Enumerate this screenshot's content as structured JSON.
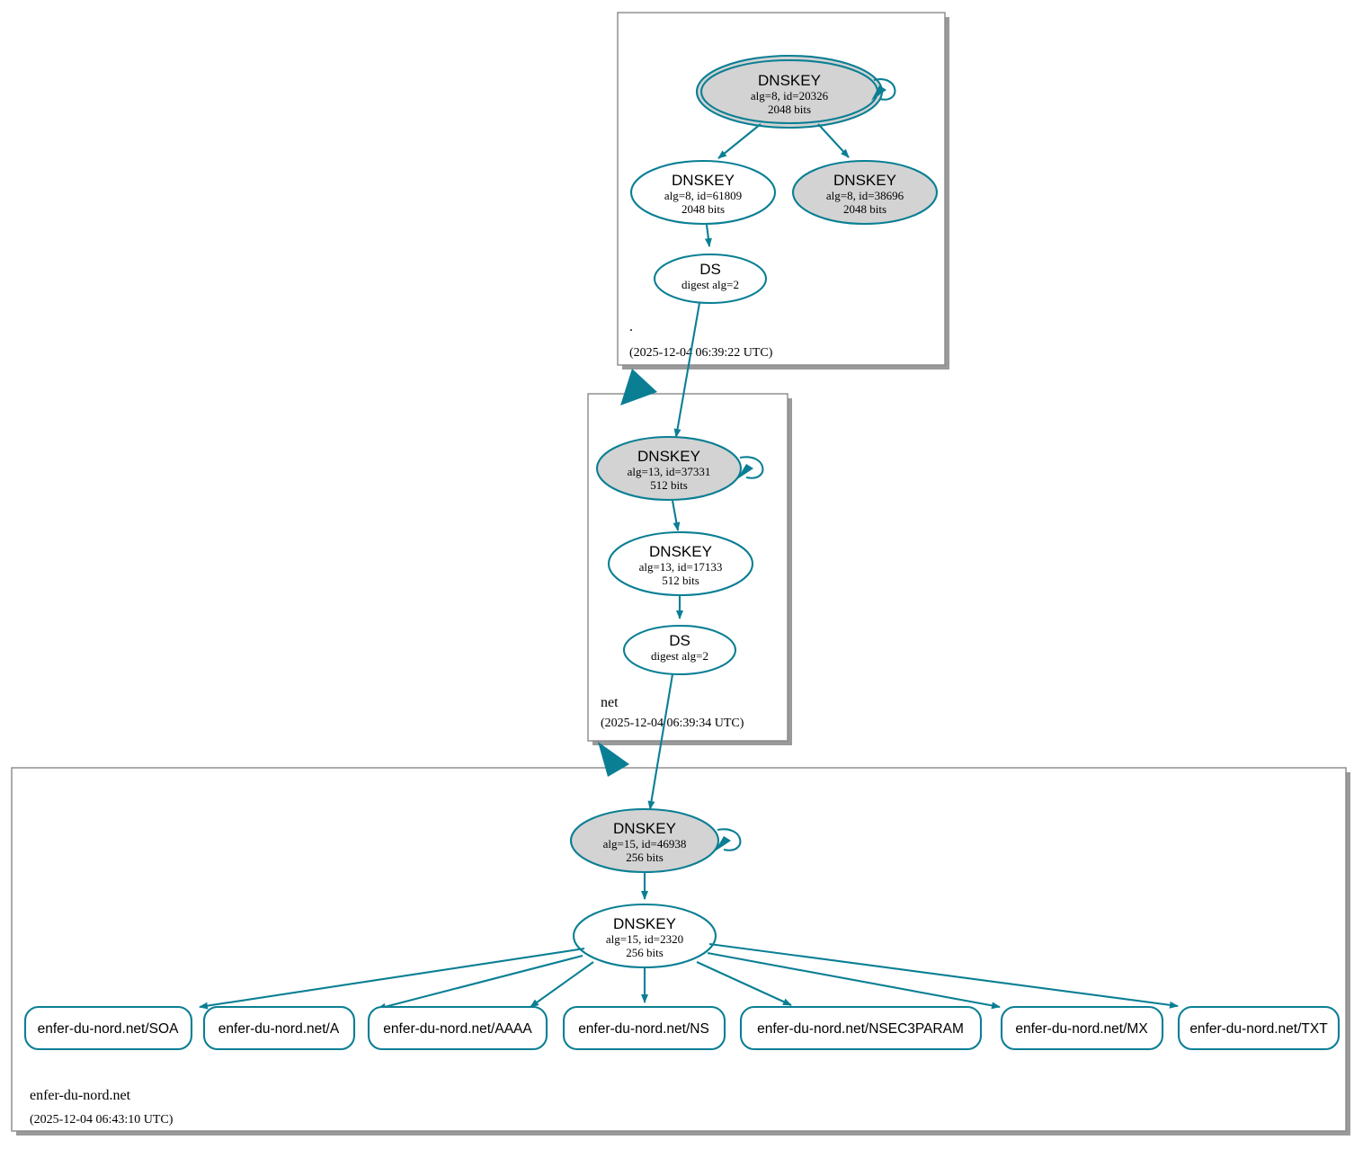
{
  "diagram": {
    "kind": "dnssec-authentication-chain",
    "accent_color": "#0a7f94",
    "shaded_fill": "#d3d3d3",
    "plain_fill": "#ffffff",
    "box_stroke": "#888888"
  },
  "zones": [
    {
      "id": "root",
      "label": ".",
      "timestamp": "(2025-12-04 06:39:22 UTC)",
      "nodes": [
        {
          "id": "root-ksk",
          "type": "DNSKEY",
          "title": "DNSKEY",
          "params": "alg=8, id=20326",
          "size": "2048 bits",
          "style": "shaded-double",
          "self_signed": true
        },
        {
          "id": "root-zsk-61809",
          "type": "DNSKEY",
          "title": "DNSKEY",
          "params": "alg=8, id=61809",
          "size": "2048 bits",
          "style": "plain",
          "self_signed": false
        },
        {
          "id": "root-zsk-38696",
          "type": "DNSKEY",
          "title": "DNSKEY",
          "params": "alg=8, id=38696",
          "size": "2048 bits",
          "style": "shaded",
          "self_signed": false
        },
        {
          "id": "root-ds",
          "type": "DS",
          "title": "DS",
          "params": "digest alg=2",
          "size": "",
          "style": "plain",
          "self_signed": false
        }
      ]
    },
    {
      "id": "net",
      "label": "net",
      "timestamp": "(2025-12-04 06:39:34 UTC)",
      "nodes": [
        {
          "id": "net-ksk",
          "type": "DNSKEY",
          "title": "DNSKEY",
          "params": "alg=13, id=37331",
          "size": "512 bits",
          "style": "shaded",
          "self_signed": true
        },
        {
          "id": "net-zsk",
          "type": "DNSKEY",
          "title": "DNSKEY",
          "params": "alg=13, id=17133",
          "size": "512 bits",
          "style": "plain",
          "self_signed": false
        },
        {
          "id": "net-ds",
          "type": "DS",
          "title": "DS",
          "params": "digest alg=2",
          "size": "",
          "style": "plain",
          "self_signed": false
        }
      ]
    },
    {
      "id": "enfer-du-nord",
      "label": "enfer-du-nord.net",
      "timestamp": "(2025-12-04 06:43:10 UTC)",
      "nodes": [
        {
          "id": "zone-ksk",
          "type": "DNSKEY",
          "title": "DNSKEY",
          "params": "alg=15, id=46938",
          "size": "256 bits",
          "style": "shaded",
          "self_signed": true
        },
        {
          "id": "zone-zsk",
          "type": "DNSKEY",
          "title": "DNSKEY",
          "params": "alg=15, id=2320",
          "size": "256 bits",
          "style": "plain",
          "self_signed": false
        }
      ],
      "records": [
        "enfer-du-nord.net/SOA",
        "enfer-du-nord.net/A",
        "enfer-du-nord.net/AAAA",
        "enfer-du-nord.net/NS",
        "enfer-du-nord.net/NSEC3PARAM",
        "enfer-du-nord.net/MX",
        "enfer-du-nord.net/TXT"
      ]
    }
  ]
}
